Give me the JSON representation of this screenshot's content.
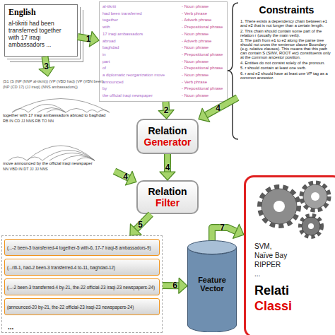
{
  "diagram": {
    "nodes": [
      {
        "text": [
          "English",
          "al-tikriti had been transferred together with 17 iraqi ambassadors ..."
        ]
      },
      {
        "text": [
          "al-tikriti",
          "- Noun phrase",
          "had been transferred",
          "- Verb phrase",
          "together",
          "- Adverb phrase",
          "with",
          "- Prepositional phrase",
          "17 iraqi ambassadors",
          "- Noun phrase",
          "abroad",
          "- Adverb phrase",
          "baghdad",
          "- Noun phrase",
          "in",
          "- Prepositional phrase",
          "part",
          "- Noun phrase",
          "of",
          "- Prepositional phrase",
          "a diplomatic reorganization move",
          "- Noun phrase",
          "announced",
          "- Verb phrase",
          "by",
          "- Prepositional phrase",
          "the official iraqi newspaper",
          "- Noun phrase"
        ]
      },
      {
        "text": [
          "Constraints",
          "1. There exists a dependency chain between e1 and e2 that is not longer than a certain length.",
          "2. This chain should contain some part of the relation r (usually the main verb).",
          "3. The path from e1 to e2 along the parse tree should not cross the sentence clause Boundary (e.g. relative clauses). This means that this path can contain S (SINV, ROOT etc) constituents only at the common ancestor position.",
          "4. Entities do not consist solely of the pronoun.",
          "5. r should contain at least one verb.",
          "6. r and e2 should have at least one VP tag as a common ancestor."
        ]
      },
      {
        "text": [
          "Relation",
          "Generator"
        ]
      },
      {
        "text": [
          "Relation",
          "Filter"
        ]
      },
      {
        "text": [
          "(S1 (S (NP (NNP al-tikriti)) (VP (VBD had) (VP (VBN been)",
          "(NP (CD 17) (JJ iraqi) (NNS ambassadors))",
          "together with 17 iraqi ambassadors abroad to baghdad",
          "RB IN CD JJ NNS RB TO NN",
          "move announced by the official iraqi newspaper",
          "NN VBD IN DT JJ JJ NNS"
        ]
      },
      {
        "text": [
          "..."
        ]
      },
      {
        "text": [
          "(...-2 been-3 transferred-4 together-5 with-6, 17-7 iraqi-8 ambassadors-9)"
        ],
        "in": 6
      },
      {
        "text": [
          "(...riti-1, had-2 been-3 transferred-4 to-11, baghdad-12)"
        ],
        "in": 6
      },
      {
        "text": [
          "(...-2 been-3 transferred-4 by-21, the-22 official-23 iraqi-23 newspapers-24)"
        ],
        "in": 6
      },
      {
        "text": [
          "(announced-20 by-21, the-22 official-23 iraqi-23 newspapers-24)"
        ],
        "in": 6
      },
      {
        "text": [
          "Feature Vector"
        ]
      },
      {
        "text": [
          "SVM,",
          "Naïve Bay",
          "RIPPER",
          "...",
          "Relati",
          "Classi"
        ]
      }
    ],
    "edges": [
      {
        "from": 0,
        "to": 1,
        "arrow": "to",
        "label": "1"
      },
      {
        "from": 1,
        "to": 3,
        "arrow": "to",
        "label": "2"
      },
      {
        "from": 0,
        "to": 5,
        "arrow": "to",
        "label": "3"
      },
      {
        "from": 2,
        "to": 3,
        "arrow": "to",
        "label": "4"
      },
      {
        "from": 3,
        "to": 4,
        "arrow": "to",
        "label": "4"
      },
      {
        "from": 5,
        "to": 4,
        "arrow": "to",
        "label": "4"
      },
      {
        "from": 4,
        "to": 6,
        "arrow": "to",
        "label": "5"
      },
      {
        "from": 6,
        "to": 11,
        "arrow": "to",
        "label": "6"
      },
      {
        "from": 11,
        "to": 12,
        "arrow": "to",
        "label": "7"
      }
    ]
  }
}
